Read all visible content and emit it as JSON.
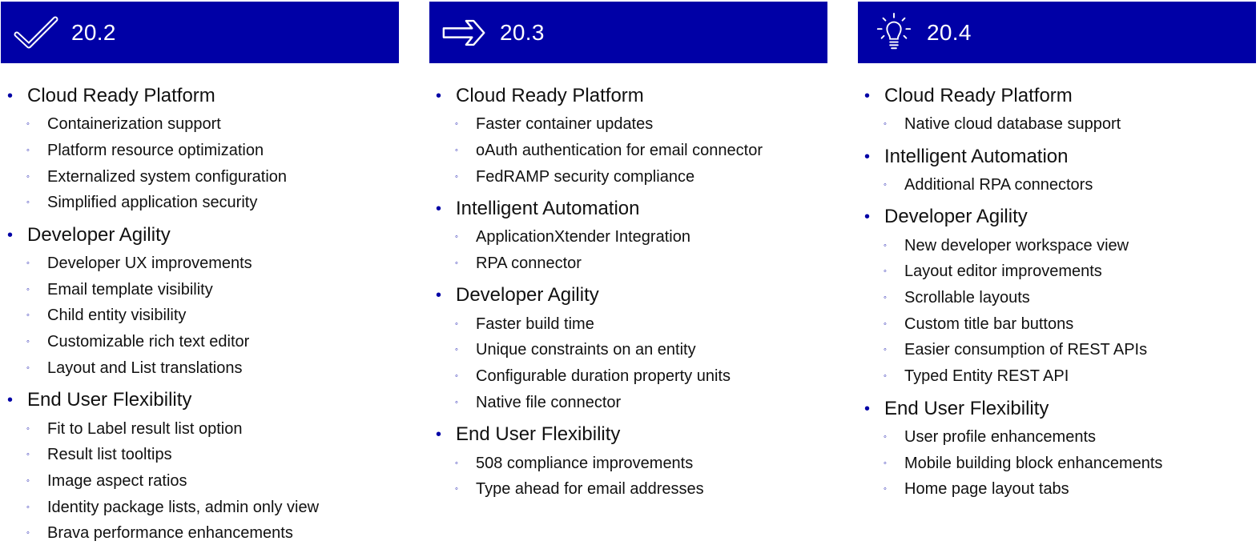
{
  "columns": [
    {
      "title": "20.2",
      "icon": "checkmark-icon",
      "groups": [
        {
          "title": "Cloud Ready Platform",
          "items": [
            "Containerization support",
            "Platform resource optimization",
            "Externalized system configuration",
            "Simplified application security"
          ]
        },
        {
          "title": "Developer Agility",
          "items": [
            "Developer UX improvements",
            "Email template visibility",
            "Child entity visibility",
            "Customizable rich text editor",
            "Layout and List translations"
          ]
        },
        {
          "title": "End User Flexibility",
          "items": [
            "Fit to Label result list option",
            "Result list tooltips",
            "Image aspect ratios",
            "Identity package lists, admin only view",
            "Brava performance enhancements"
          ]
        }
      ]
    },
    {
      "title": "20.3",
      "icon": "arrow-right-icon",
      "groups": [
        {
          "title": "Cloud Ready Platform",
          "items": [
            "Faster container updates",
            "oAuth authentication for email connector",
            "FedRAMP security compliance"
          ]
        },
        {
          "title": "Intelligent Automation",
          "items": [
            "ApplicationXtender Integration",
            "RPA connector"
          ]
        },
        {
          "title": "Developer Agility",
          "items": [
            "Faster build time",
            "Unique constraints on an entity",
            "Configurable duration property units",
            "Native file connector"
          ]
        },
        {
          "title": "End User Flexibility",
          "items": [
            "508 compliance improvements",
            "Type ahead for email addresses"
          ]
        }
      ]
    },
    {
      "title": "20.4",
      "icon": "lightbulb-icon",
      "groups": [
        {
          "title": "Cloud Ready Platform",
          "items": [
            "Native cloud database support"
          ]
        },
        {
          "title": "Intelligent Automation",
          "items": [
            "Additional RPA connectors"
          ]
        },
        {
          "title": "Developer Agility",
          "items": [
            "New developer workspace view",
            "Layout editor improvements",
            "Scrollable layouts",
            "Custom title bar buttons",
            "Easier consumption of REST APIs",
            "Typed Entity REST API"
          ]
        },
        {
          "title": "End User Flexibility",
          "items": [
            "User profile enhancements",
            "Mobile building block enhancements",
            "Home page layout tabs"
          ]
        }
      ]
    }
  ],
  "colors": {
    "banner": "#0000a6",
    "bullet": "#0000a6",
    "text": "#111111"
  }
}
